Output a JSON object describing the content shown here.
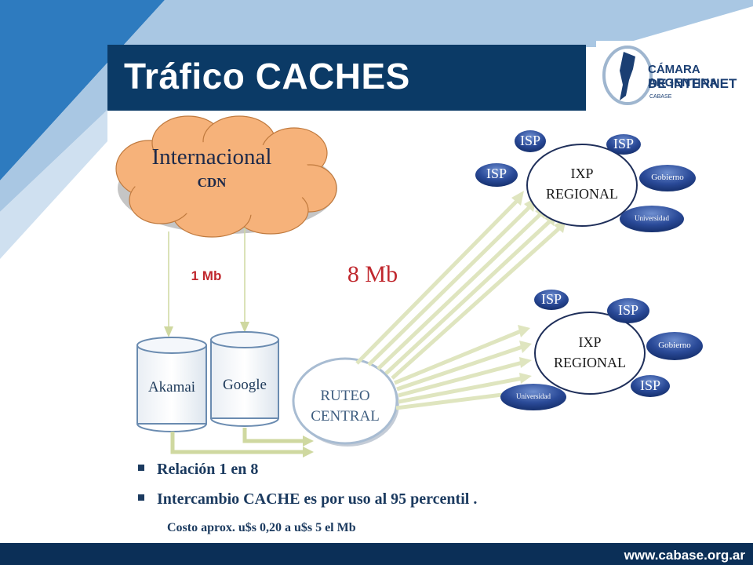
{
  "slide": {
    "title": "Tráfico CACHES",
    "footer_url": "www.cabase.org.ar"
  },
  "logo": {
    "line1": "CÁMARA ARGENTINA",
    "line2": "DE INTERNET",
    "line3": "CABASE"
  },
  "diagram": {
    "cloud": {
      "title": "Internacional",
      "subtitle": "CDN"
    },
    "link_international": "1 Mb",
    "link_regional": "8 Mb",
    "caches": [
      "Akamai",
      "Google"
    ],
    "central": {
      "line1": "RUTEO",
      "line2": "CENTRAL"
    },
    "ixp_top": {
      "line1": "IXP",
      "line2": "REGIONAL",
      "isp": [
        "ISP",
        "ISP",
        "ISP"
      ],
      "gobierno": "Gobierno",
      "universidad": "Universidad"
    },
    "ixp_bottom": {
      "line1": "IXP",
      "line2": "REGIONAL",
      "isp": [
        "ISP",
        "ISP",
        "ISP"
      ],
      "gobierno": "Gobierno",
      "universidad": "Universidad"
    }
  },
  "bullets": [
    "Relación 1 en 8",
    "Intercambio CACHE es por uso al 95 percentil ."
  ],
  "note": "Costo aprox. u$s 0,20 a u$s 5 el Mb",
  "colors": {
    "title_bar": "#0b3a66",
    "accent_red": "#c0272d",
    "cloud_fill": "#f5b57a",
    "node_blue": "#1f3f86"
  }
}
